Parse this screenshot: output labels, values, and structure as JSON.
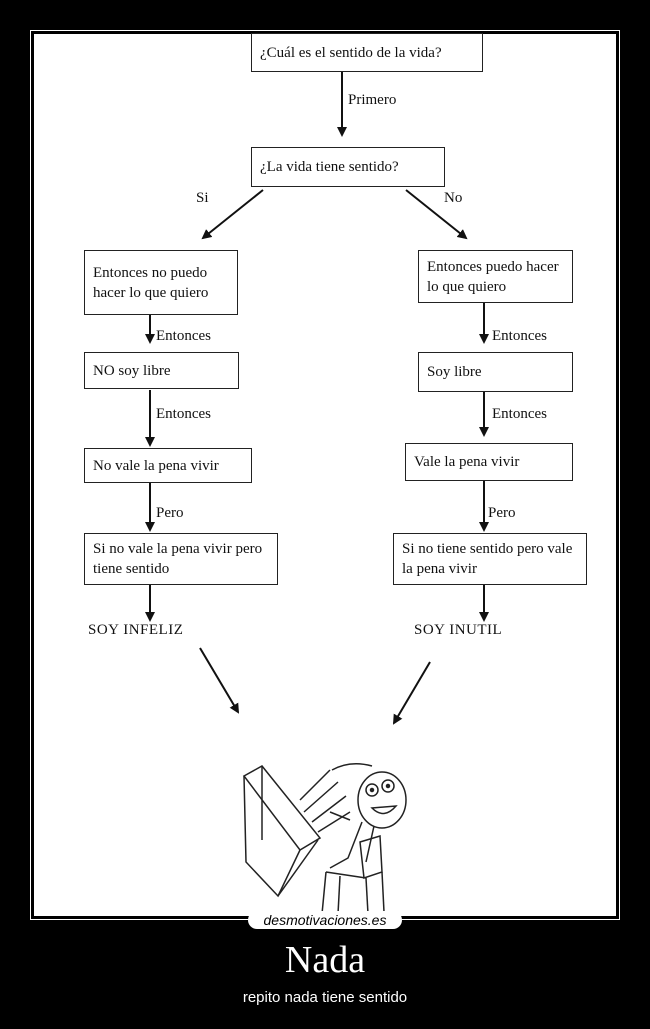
{
  "diagram": {
    "question": "¿Cuál es el sentido de la vida?",
    "first_label": "Primero",
    "second_question": "¿La vida tiene sentido?",
    "yes_label": "Si",
    "no_label": "No",
    "left": {
      "step1": "Entonces no puedo hacer lo que quiero",
      "arrow1": "Entonces",
      "step2": "NO soy libre",
      "arrow2": "Entonces",
      "step3": "No vale la pena vivir",
      "arrow3": "Pero",
      "step4": "Si no vale la pena vivir pero tiene sentido",
      "result": "SOY INFELIZ"
    },
    "right": {
      "step1": "Entonces puedo hacer lo que quiero",
      "arrow1": "Entonces",
      "step2": "Soy libre",
      "arrow2": "Entonces",
      "step3": "Vale la pena vivir",
      "arrow3": "Pero",
      "step4": "Si no tiene sentido pero vale la pena vivir",
      "result": "SOY INUTIL"
    }
  },
  "poster": {
    "watermark": "desmotivaciones.es",
    "title": "Nada",
    "subtitle": "repito nada tiene sentido"
  }
}
